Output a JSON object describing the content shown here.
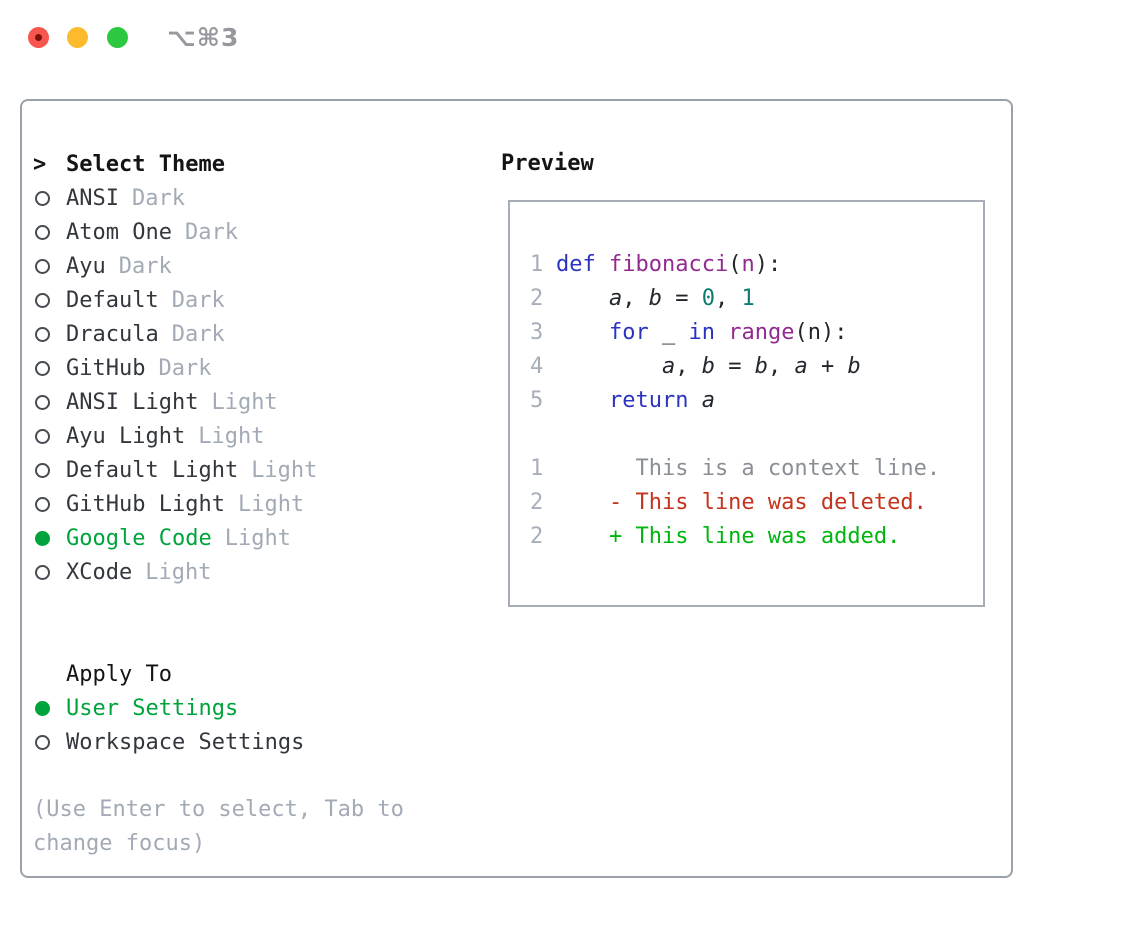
{
  "window": {
    "title": "⌥⌘3",
    "traffic_lights": [
      "close-icon",
      "minimize-icon",
      "zoom-icon"
    ]
  },
  "theme_panel": {
    "header": {
      "marker": ">",
      "title": "Select Theme"
    },
    "items": [
      {
        "label": "ANSI",
        "tag": "Dark",
        "selected": false
      },
      {
        "label": "Atom One",
        "tag": "Dark",
        "selected": false
      },
      {
        "label": "Ayu",
        "tag": "Dark",
        "selected": false
      },
      {
        "label": "Default",
        "tag": "Dark",
        "selected": false
      },
      {
        "label": "Dracula",
        "tag": "Dark",
        "selected": false
      },
      {
        "label": "GitHub",
        "tag": "Dark",
        "selected": false
      },
      {
        "label": "ANSI Light",
        "tag": "Light",
        "selected": false
      },
      {
        "label": "Ayu Light",
        "tag": "Light",
        "selected": false
      },
      {
        "label": "Default Light",
        "tag": "Light",
        "selected": false
      },
      {
        "label": "GitHub Light",
        "tag": "Light",
        "selected": false
      },
      {
        "label": "Google Code",
        "tag": "Light",
        "selected": true
      },
      {
        "label": "XCode",
        "tag": "Light",
        "selected": false
      }
    ],
    "apply_to": {
      "title": "Apply To",
      "options": [
        {
          "label": "User Settings",
          "selected": true
        },
        {
          "label": "Workspace Settings",
          "selected": false
        }
      ]
    },
    "help_lines": [
      "(Use Enter to select, Tab to",
      "change focus)"
    ]
  },
  "preview": {
    "title": "Preview",
    "lines": [
      {
        "num": "1",
        "tokens": [
          [
            "def",
            "kw"
          ],
          [
            " ",
            "pn"
          ],
          [
            "fibonacci",
            "fn"
          ],
          [
            "(",
            "pn"
          ],
          [
            "n",
            "fn"
          ],
          [
            "):",
            "pn"
          ]
        ]
      },
      {
        "num": "2",
        "tokens": [
          [
            "    ",
            "pn"
          ],
          [
            "a",
            "var"
          ],
          [
            ", ",
            "pn"
          ],
          [
            "b",
            "var"
          ],
          [
            " = ",
            "pn"
          ],
          [
            "0",
            "num"
          ],
          [
            ", ",
            "pn"
          ],
          [
            "1",
            "num"
          ]
        ]
      },
      {
        "num": "3",
        "tokens": [
          [
            "    ",
            "pn"
          ],
          [
            "for",
            "kw"
          ],
          [
            " ",
            "pn"
          ],
          [
            "_",
            "pn"
          ],
          [
            " ",
            "pn"
          ],
          [
            "in",
            "kw"
          ],
          [
            " ",
            "pn"
          ],
          [
            "range",
            "fn"
          ],
          [
            "(n):",
            "pn"
          ]
        ]
      },
      {
        "num": "4",
        "tokens": [
          [
            "        ",
            "pn"
          ],
          [
            "a",
            "var"
          ],
          [
            ", ",
            "pn"
          ],
          [
            "b",
            "var"
          ],
          [
            " = ",
            "pn"
          ],
          [
            "b",
            "var"
          ],
          [
            ", ",
            "pn"
          ],
          [
            "a",
            "var"
          ],
          [
            " + ",
            "pn"
          ],
          [
            "b",
            "var"
          ]
        ]
      },
      {
        "num": "5",
        "tokens": [
          [
            "    ",
            "pn"
          ],
          [
            "return",
            "kw"
          ],
          [
            " ",
            "pn"
          ],
          [
            "a",
            "var"
          ]
        ]
      },
      {
        "num": "",
        "tokens": []
      },
      {
        "num": "1",
        "tokens": [
          [
            "      This is a context line.",
            "ctx"
          ]
        ]
      },
      {
        "num": "2",
        "tokens": [
          [
            "    - This line was deleted.",
            "del"
          ]
        ]
      },
      {
        "num": "2",
        "tokens": [
          [
            "    + This line was added.",
            "add"
          ]
        ]
      }
    ]
  },
  "colors": {
    "accent-green": "#00a33c",
    "text": "#33373d",
    "heading": "#131416",
    "dim": "#a2aab6",
    "border": "#9aa1ab",
    "preview-border": "#a6adb6",
    "gutter": "#a6aeba",
    "kw": "#2b34c1",
    "fn": "#932a90",
    "num": "#0d7b74",
    "pn": "#22262c",
    "var-c": "#23272e",
    "ctx": "#8a8f96",
    "del": "#c4331d",
    "add": "#00b50f",
    "tl-red": "#f7564e",
    "tl-yellow": "#fcbb2d",
    "tl-green": "#2bc840"
  }
}
